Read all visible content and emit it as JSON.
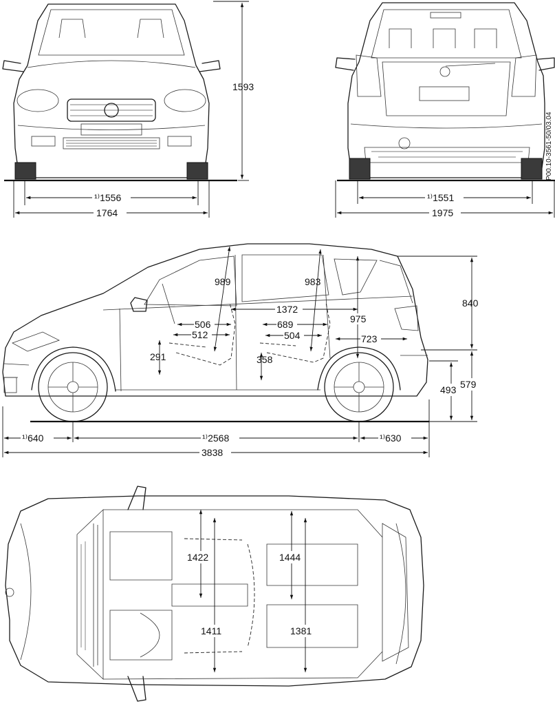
{
  "drawing_code": "P00.10-3561-50/03.04",
  "front_view": {
    "overall_height": "1593",
    "track": "¹⁾1556",
    "width": "1764"
  },
  "rear_view": {
    "track": "¹⁾1551",
    "width_mirrors": "1975"
  },
  "side_view": {
    "headroom_front": "989",
    "headroom_rear": "983",
    "interior_length": "1372",
    "front_seat_depth": "506",
    "front_seat_width": "512",
    "legroom_rear": "689",
    "rear_seat_depth": "504",
    "trunk_height": "975",
    "trunk_length": "723",
    "cargo_height": "840",
    "front_sill_height": "291",
    "rear_sill_height": "358",
    "loading_sill_height": "493",
    "bumper_height": "579",
    "front_overhang": "¹⁾640",
    "wheelbase": "¹⁾2568",
    "rear_overhang": "¹⁾630",
    "overall_length": "3838"
  },
  "top_view": {
    "front_shoulder_width": "1422",
    "rear_shoulder_width": "1444",
    "front_elbow_width": "1411",
    "rear_elbow_width": "1381"
  }
}
